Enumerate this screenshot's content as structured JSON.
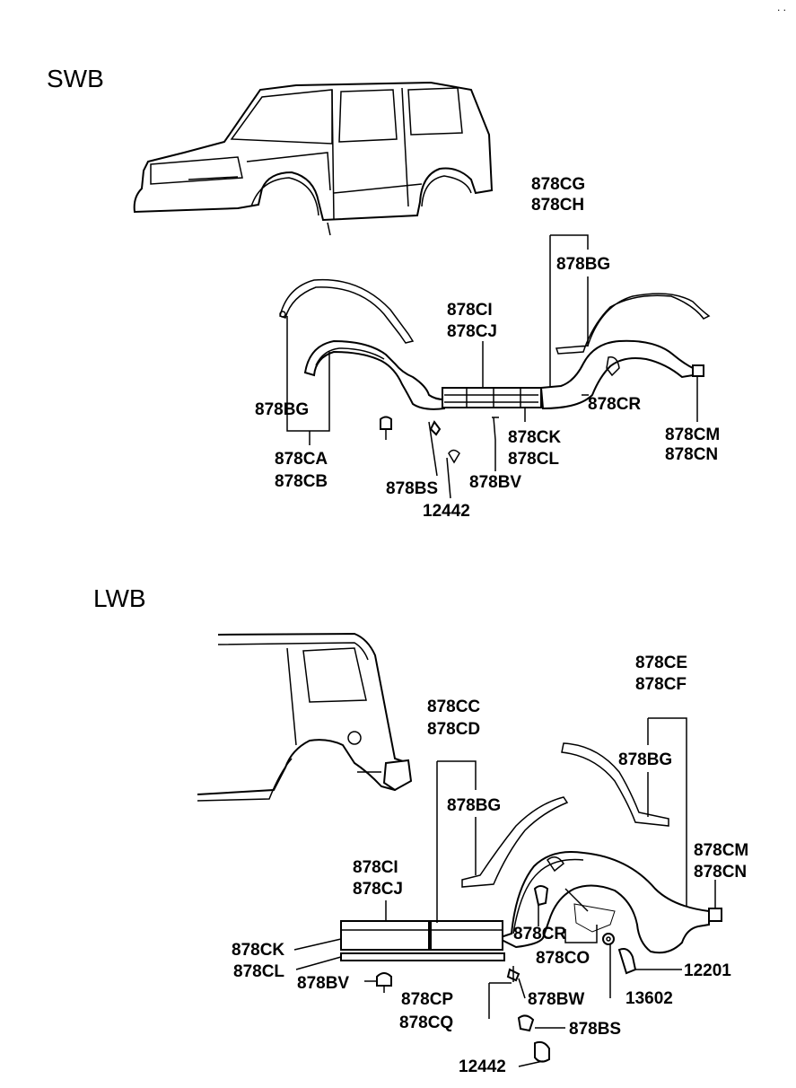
{
  "corner_mark": ". .",
  "sections": {
    "swb": "SWB",
    "lwb": "LWB"
  },
  "swb_labels": {
    "cg": "878CG",
    "ch": "878CH",
    "bg_right": "878BG",
    "ci": "878CI",
    "cj": "878CJ",
    "bg_left": "878BG",
    "cr": "878CR",
    "ck": "878CK",
    "cl": "878CL",
    "cm": "878CM",
    "cn": "878CN",
    "ca": "878CA",
    "cb": "878CB",
    "bs": "878BS",
    "bv": "878BV",
    "n12442": "12442"
  },
  "lwb_labels": {
    "ce": "878CE",
    "cf": "878CF",
    "cc": "878CC",
    "cd": "878CD",
    "bg_right": "878BG",
    "bg_mid": "878BG",
    "cm": "878CM",
    "cn": "878CN",
    "ci": "878CI",
    "cj": "878CJ",
    "cr": "878CR",
    "co": "878CO",
    "ck": "878CK",
    "cl": "878CL",
    "bv": "878BV",
    "n12201": "12201",
    "cp": "878CP",
    "cq": "878CQ",
    "bw": "878BW",
    "n13602": "13602",
    "bs": "878BS",
    "n12442": "12442"
  }
}
